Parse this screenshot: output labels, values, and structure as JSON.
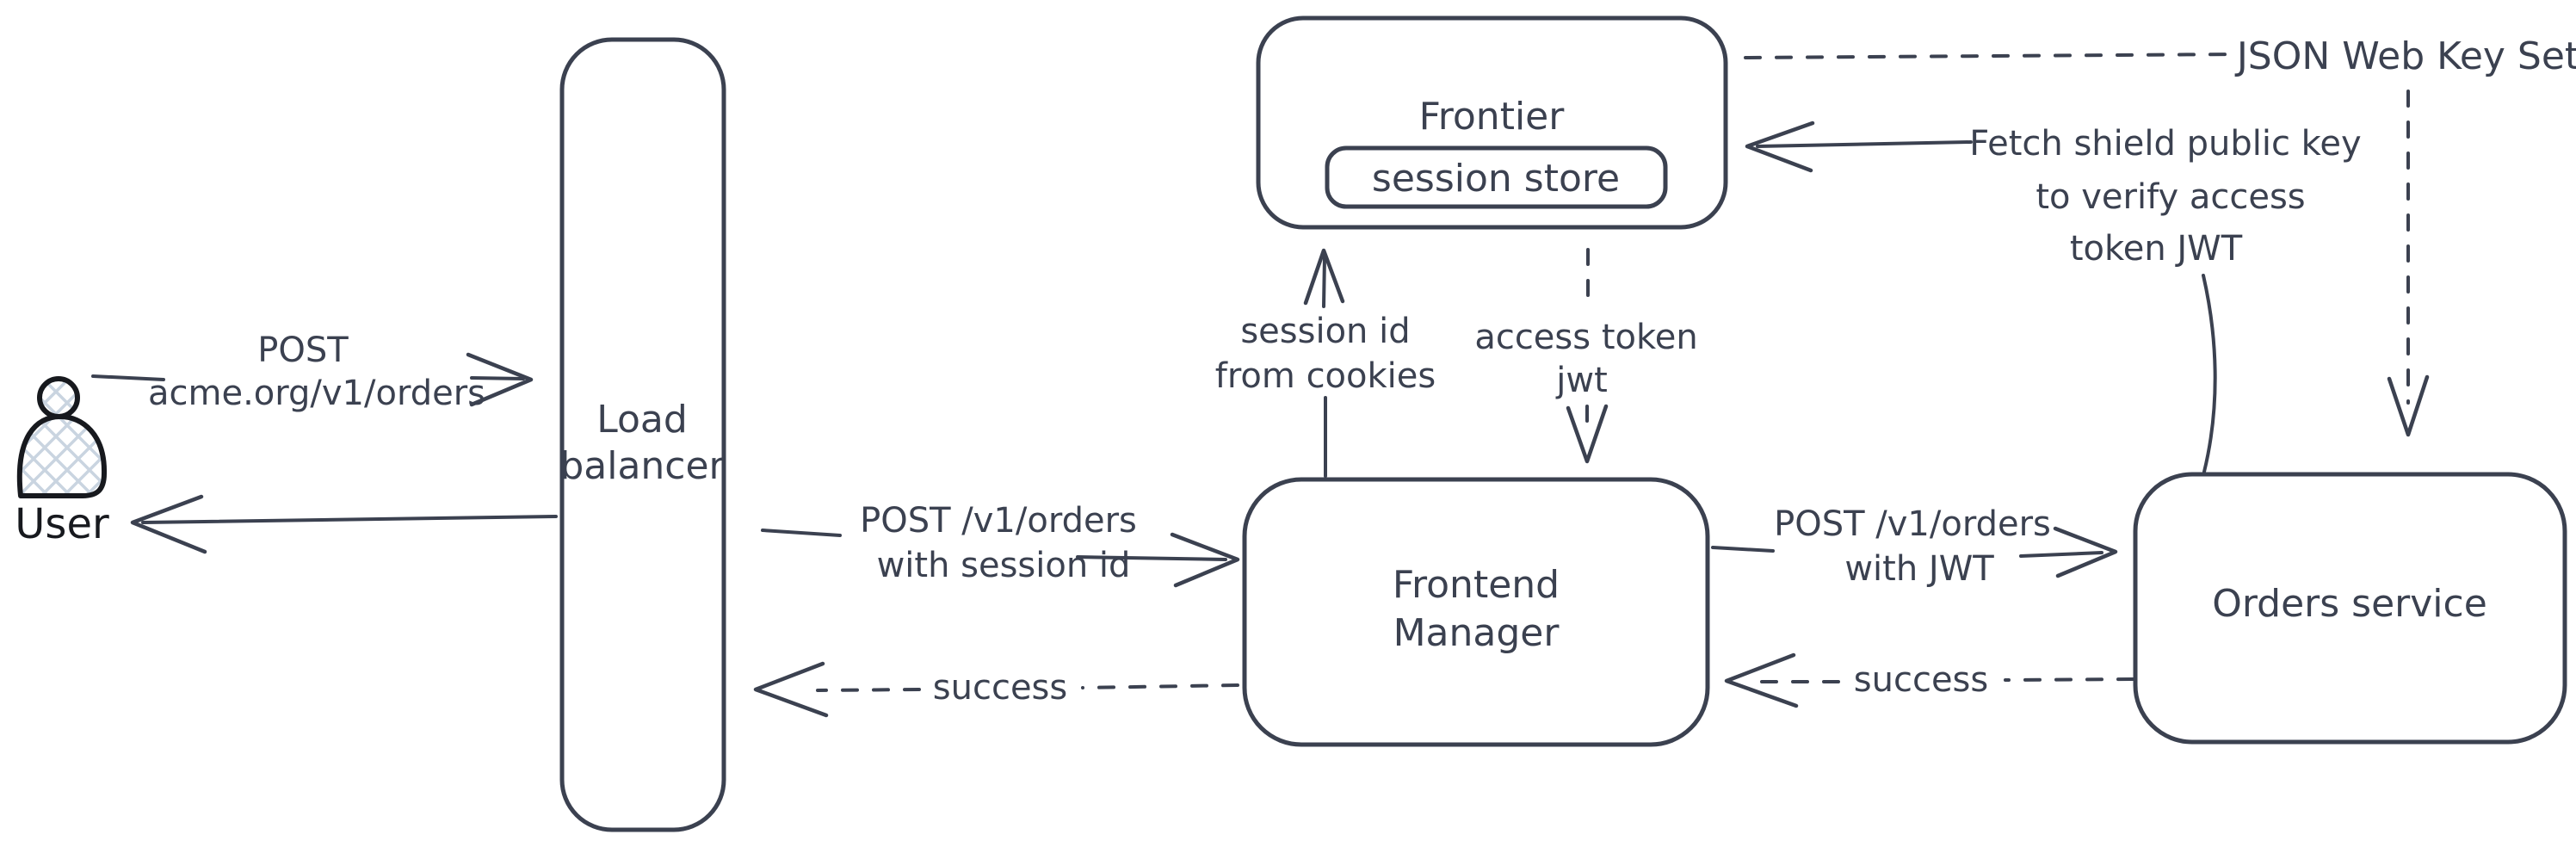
{
  "colors": {
    "stroke": "#3b4150",
    "user_stroke": "#17191e",
    "hatch_fill": "#c9d4e0",
    "background": "#ffffff"
  },
  "nodes": {
    "user": {
      "label": "User"
    },
    "load_balancer": {
      "lines": [
        "Load",
        "balancer"
      ]
    },
    "frontier": {
      "label": "Frontier"
    },
    "session_store": {
      "label": "session store"
    },
    "frontend_manager": {
      "lines": [
        "Frontend",
        "Manager"
      ]
    },
    "orders_service": {
      "label": "Orders service"
    }
  },
  "edges": {
    "user_to_load_balancer": {
      "style": "solid",
      "lines": [
        "POST",
        "acme.org/v1/orders"
      ]
    },
    "load_balancer_to_user": {
      "style": "solid"
    },
    "load_balancer_to_frontend_manager": {
      "style": "solid",
      "lines": [
        "POST /v1/orders",
        "with session id"
      ]
    },
    "frontend_manager_to_load_balancer": {
      "style": "dashed",
      "label": "success"
    },
    "frontend_manager_to_frontier": {
      "style": "solid",
      "lines": [
        "session id",
        "from cookies"
      ]
    },
    "frontier_to_frontend_manager": {
      "style": "dashed",
      "lines": [
        "access token",
        "jwt"
      ]
    },
    "frontend_manager_to_orders_service": {
      "style": "solid",
      "lines": [
        "POST /v1/orders",
        "with JWT"
      ]
    },
    "orders_service_to_frontend_manager": {
      "style": "dashed",
      "label": "success"
    },
    "orders_service_to_frontier": {
      "style": "solid",
      "lines": [
        "Fetch shield public key",
        "to verify access",
        "token JWT"
      ]
    },
    "frontier_to_json_web_key_set": {
      "style": "dashed",
      "label": "JSON Web Key Set"
    }
  }
}
